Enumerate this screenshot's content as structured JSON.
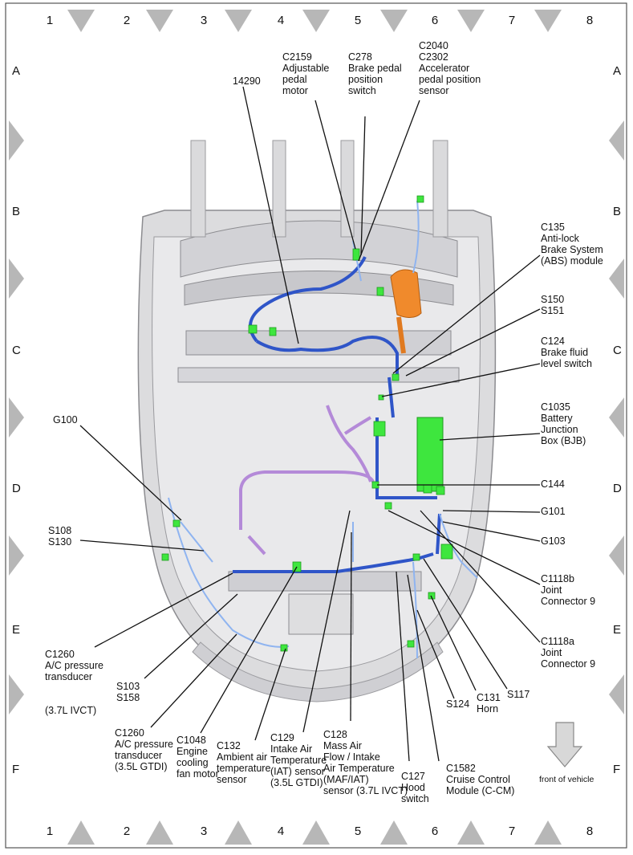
{
  "grid": {
    "columns": [
      "1",
      "2",
      "3",
      "4",
      "5",
      "6",
      "7",
      "8"
    ],
    "rows": [
      "A",
      "B",
      "C",
      "D",
      "E",
      "F"
    ]
  },
  "labels": {
    "c2159": "C2159\nAdjustable\npedal\nmotor",
    "c278": "C278\nBrake pedal\nposition\nswitch",
    "c2040": "C2040\nC2302\nAccelerator\npedal position\nsensor",
    "n14290": "14290",
    "c135": "C135\nAnti-lock\nBrake System\n(ABS) module",
    "s150": "S150\nS151",
    "c124": "C124\nBrake fluid\nlevel switch",
    "c1035": "C1035\nBattery\nJunction\nBox (BJB)",
    "c144": "C144",
    "g101": "G101",
    "g103": "G103",
    "c1118b": "C1118b\nJoint\nConnector 9",
    "c1118a": "C1118a\nJoint\nConnector 9",
    "g100": "G100",
    "s108": "S108\nS130",
    "c1260a": "C1260\nA/C pressure\ntransducer",
    "c1260a_note": "(3.7L IVCT)",
    "s103": "S103\nS158",
    "c1260b": "C1260\nA/C pressure\ntransducer\n(3.5L GTDI)",
    "c1048": "C1048\nEngine\ncooling\nfan motor",
    "c132": "C132\nAmbient air\ntemperature\nsensor",
    "c129": "C129\nIntake Air\nTemperature\n(IAT) sensor\n(3.5L GTDI)",
    "c128": "C128\nMass Air\nFlow / Intake\nAir Temperature\n(MAF/IAT)\nsensor (3.7L IVCT)",
    "c127": "C127\nHood\nswitch",
    "c1582": "C1582\nCruise Control\nModule (C-CM)",
    "s124": "S124",
    "c131": "C131\nHorn",
    "s117": "S117",
    "front": "front of vehicle"
  },
  "colors": {
    "harness": "#2f55c8",
    "harness_light": "#8fb4f0",
    "connector": "#3ee63e",
    "orange": "#f08a2c",
    "purple": "#b48ad8",
    "body": "#d3d3d6"
  }
}
